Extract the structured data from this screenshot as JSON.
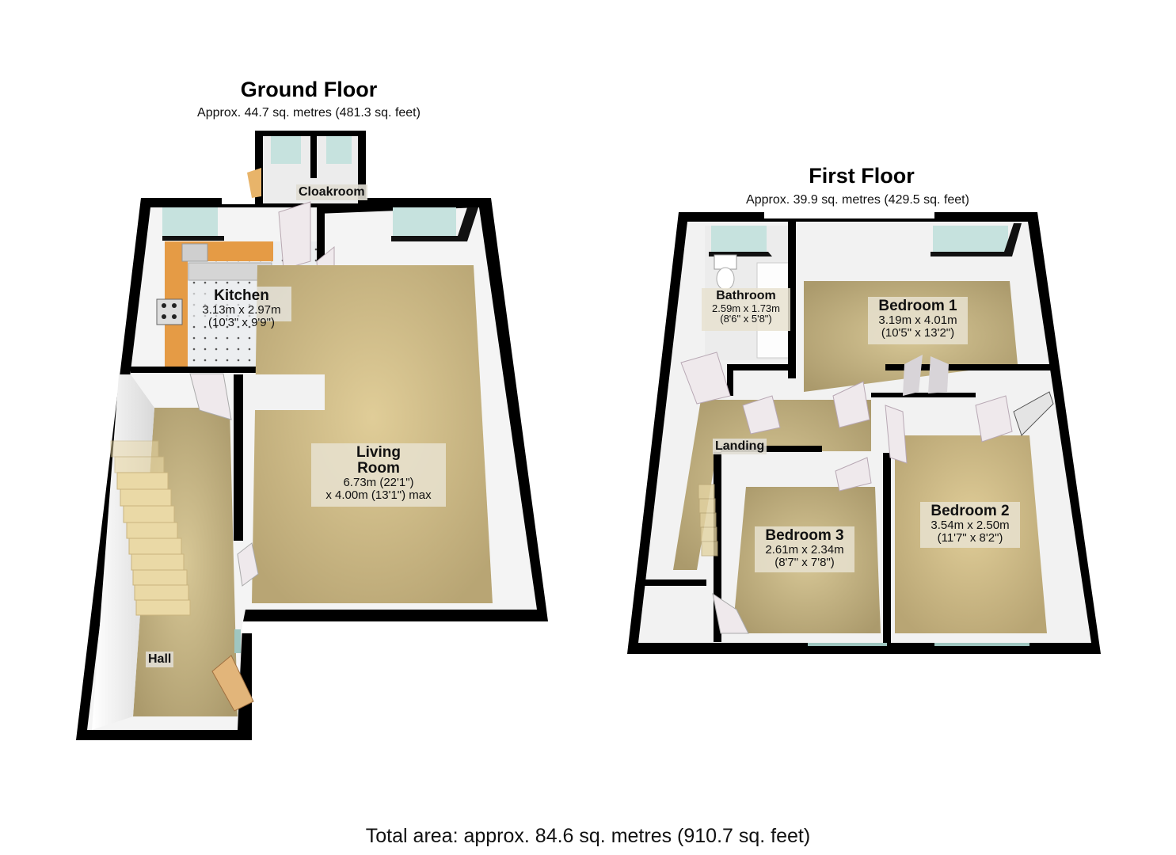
{
  "ground_floor": {
    "title": "Ground Floor",
    "area": "Approx. 44.7 sq. metres (481.3 sq. feet)",
    "rooms": {
      "kitchen": {
        "name": "Kitchen",
        "dim_m": "3.13m x 2.97m",
        "dim_ft": "(10'3\" x 9'9\")"
      },
      "living_room": {
        "name_line1": "Living",
        "name_line2": "Room",
        "dim_line1": "6.73m (22'1\")",
        "dim_line2": "x 4.00m (13'1\") max"
      },
      "cloakroom": {
        "name": "Cloakroom"
      },
      "hall": {
        "name": "Hall"
      }
    }
  },
  "first_floor": {
    "title": "First Floor",
    "area": "Approx. 39.9 sq. metres (429.5 sq. feet)",
    "rooms": {
      "bathroom": {
        "name": "Bathroom",
        "dim_m": "2.59m x 1.73m",
        "dim_ft": "(8'6\" x 5'8\")"
      },
      "bedroom1": {
        "name": "Bedroom 1",
        "dim_m": "3.19m x 4.01m",
        "dim_ft": "(10'5\" x 13'2\")"
      },
      "bedroom2": {
        "name": "Bedroom 2",
        "dim_m": "3.54m x 2.50m",
        "dim_ft": "(11'7\" x 8'2\")"
      },
      "bedroom3": {
        "name": "Bedroom 3",
        "dim_m": "2.61m x 2.34m",
        "dim_ft": "(8'7\" x 7'8\")"
      },
      "landing": {
        "name": "Landing"
      }
    }
  },
  "total_area": "Total area: approx. 84.6 sq. metres (910.7 sq. feet)",
  "colors": {
    "wall": "#000000",
    "inner_wall": "#f2f2f2",
    "carpet": "#cdbb8a",
    "kitchen_counter": "#e8a04a",
    "kitchen_floor": "#e9ebee",
    "window_glass": "#bfe0dc",
    "stairs": "#e8d7a5",
    "door": "#efe9ec"
  }
}
